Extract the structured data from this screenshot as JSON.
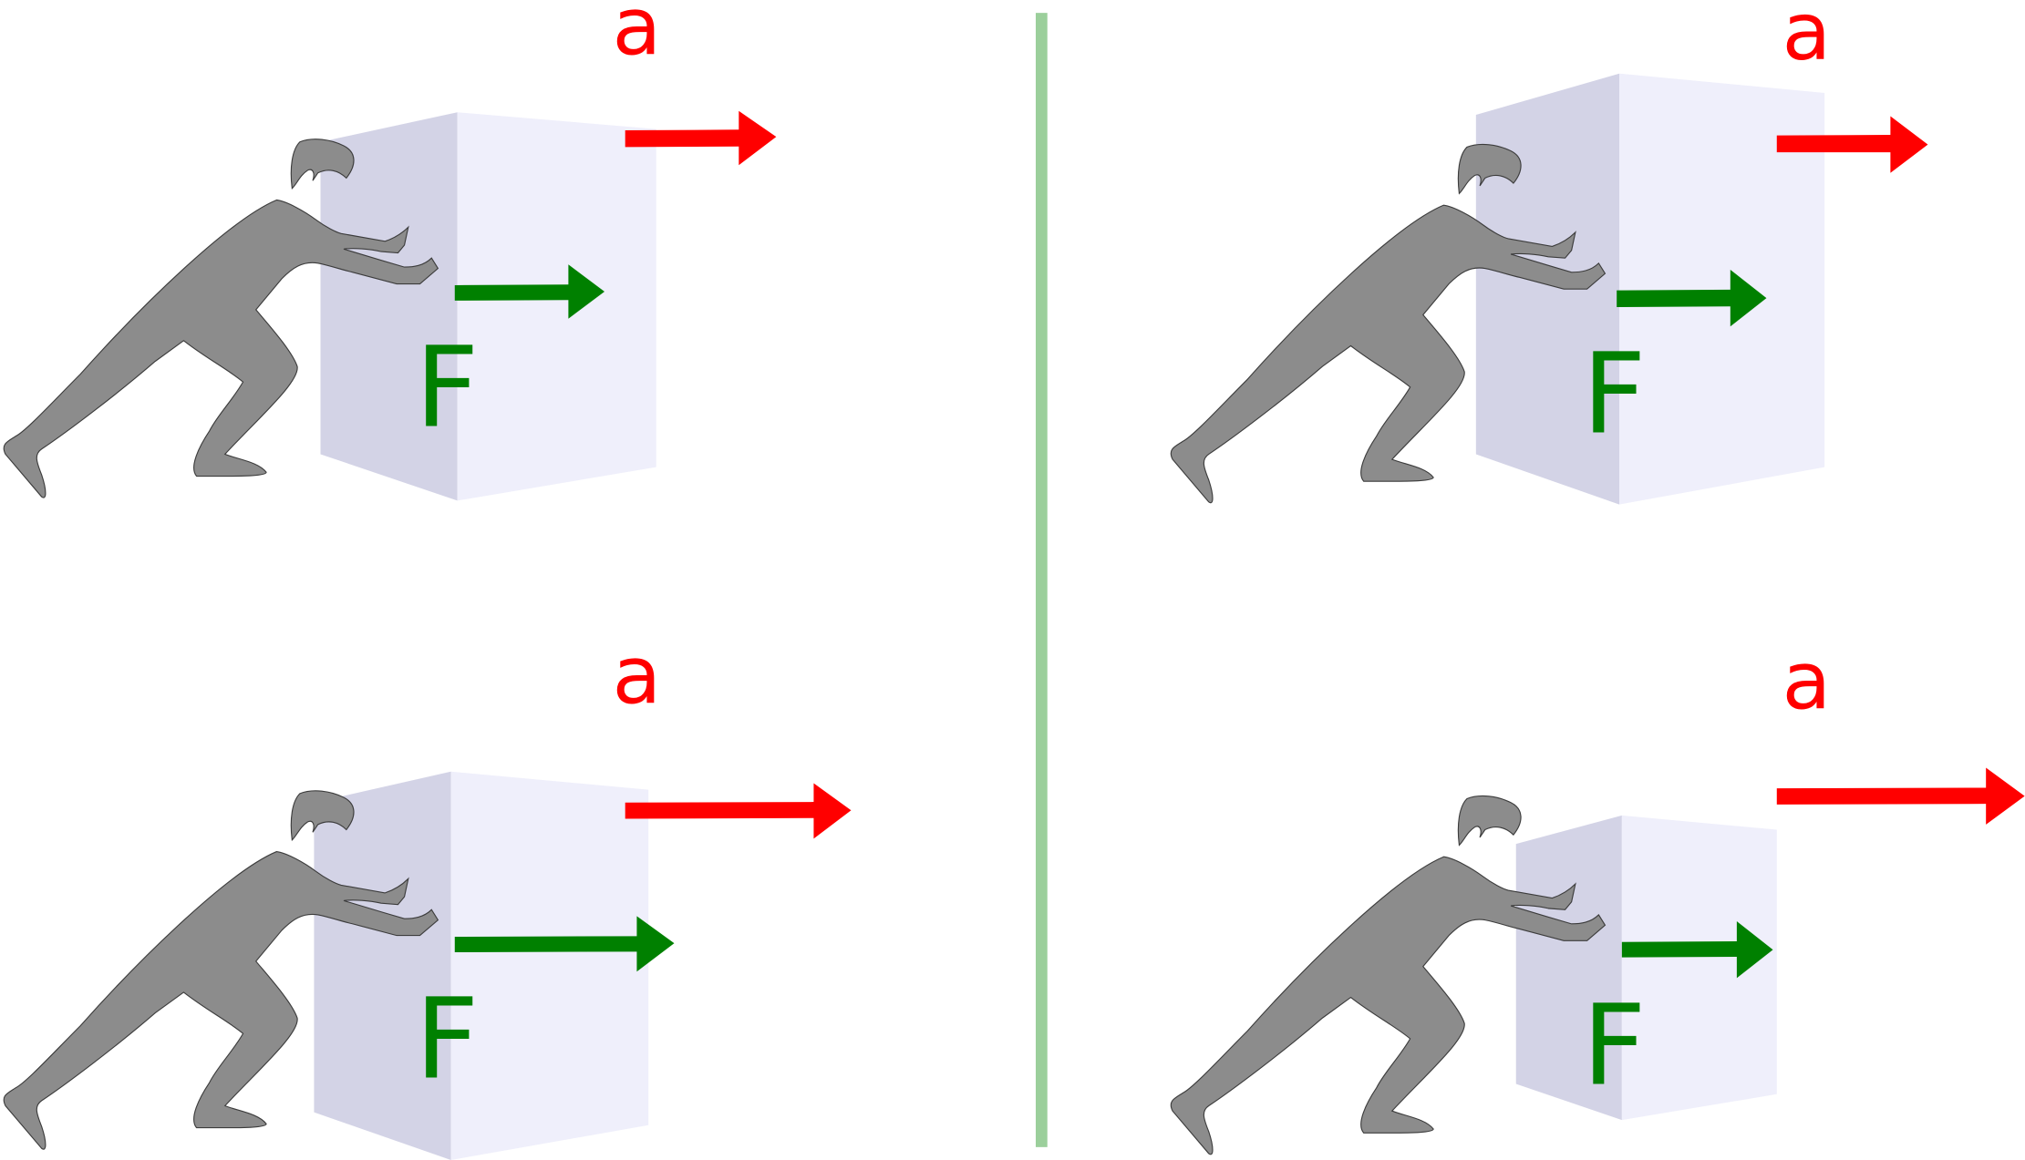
{
  "colors": {
    "acceleration": "#ff0000",
    "force": "#008000",
    "divider": "#9bcf9b",
    "person": "#8c8c8c",
    "person_outline": "#3c3c3c",
    "box_side": "#d3d3e6",
    "box_front": "#efeffb"
  },
  "panels": [
    {
      "id": "top-left",
      "acceleration_label": "a",
      "force_label": "F",
      "force_magnitude": "equal",
      "mass": "large",
      "acceleration_magnitude": "baseline"
    },
    {
      "id": "top-right",
      "acceleration_label": "a",
      "force_label": "F",
      "force_magnitude": "equal",
      "mass": "large",
      "acceleration_magnitude": "baseline"
    },
    {
      "id": "bottom-left",
      "acceleration_label": "a",
      "force_label": "F",
      "force_magnitude": "larger",
      "mass": "large",
      "acceleration_magnitude": "larger"
    },
    {
      "id": "bottom-right",
      "acceleration_label": "a",
      "force_label": "F",
      "force_magnitude": "equal",
      "mass": "small",
      "acceleration_magnitude": "larger"
    }
  ]
}
